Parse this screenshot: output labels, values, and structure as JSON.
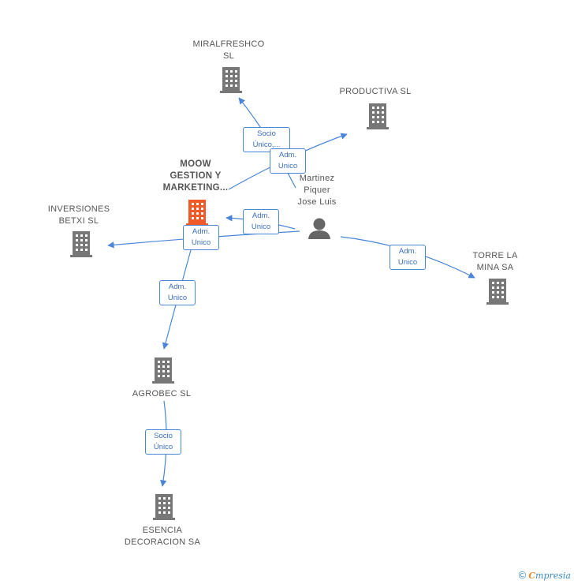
{
  "nodes": {
    "miralfreshco": "MIRALFRESHCO\nSL",
    "productiva": "PRODUCTIVA SL",
    "moow": "MOOW\nGESTION Y\nMARKETING...",
    "person": "Martinez\nPiquer\nJose Luis",
    "inversiones": "INVERSIONES\nBETXI SL",
    "torre": "TORRE LA\nMINA SA",
    "agrobec": "AGROBEC SL",
    "esencia": "ESENCIA\nDECORACION SA"
  },
  "edges": {
    "socio_unico_cut": "Socio\nÚnico,...",
    "adm_unico_productiva": "Adm.\nUnico",
    "adm_unico_moow": "Adm.\nUnico",
    "adm_unico_inversiones": "Adm.\nUnico",
    "adm_unico_agrobec": "Adm.\nUnico",
    "adm_unico_torre": "Adm.\nUnico",
    "socio_unico_esencia": "Socio\nÚnico"
  },
  "footer": {
    "copyright": "©",
    "brand_first": "C",
    "brand_rest": "mpresia"
  },
  "colors": {
    "edge": "#4a86d8",
    "building": "#777777",
    "building_focus": "#f05a28",
    "person": "#666666"
  }
}
